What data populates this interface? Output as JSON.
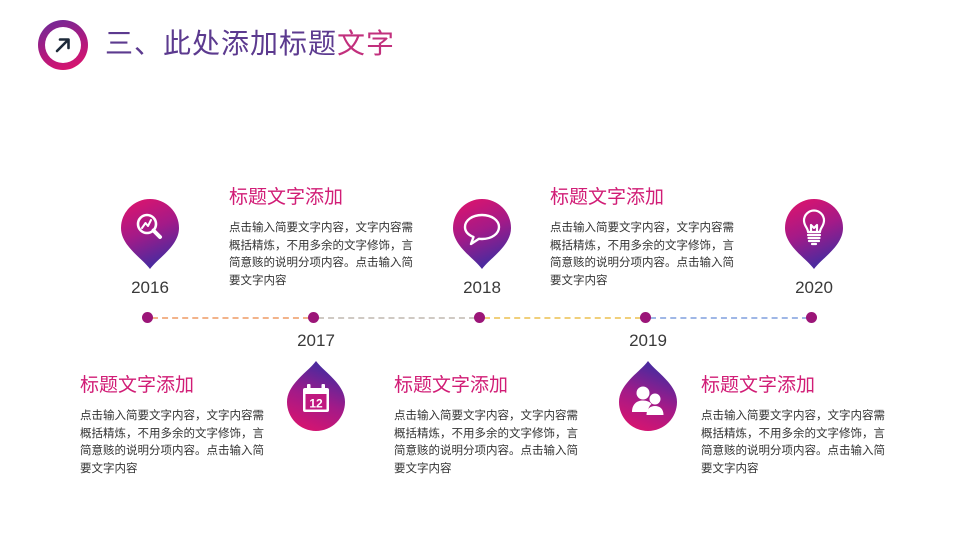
{
  "header": {
    "title_main": "三、此处添加标题",
    "title_accent": "文字",
    "logo_icon": "arrow-up-right-icon"
  },
  "colors": {
    "gradient_pink": "#e3136a",
    "gradient_purple": "#5a2a9a",
    "title_purple": "#5c3a8f",
    "card_title_pink": "#d11d76",
    "dot": "#9b1578",
    "dash_orange": "#f2b38a",
    "dash_yellow": "#f0cf7a",
    "dash_blue": "#9fb7e6",
    "dash_gray": "#c9c9c9"
  },
  "timeline": {
    "milestones": [
      {
        "year": "2016",
        "icon": "search-chart-icon",
        "position": "top"
      },
      {
        "year": "2017",
        "icon": "calendar-icon",
        "position": "bottom",
        "icon_label": "12"
      },
      {
        "year": "2018",
        "icon": "speech-bubble-icon",
        "position": "top"
      },
      {
        "year": "2019",
        "icon": "users-icon",
        "position": "bottom"
      },
      {
        "year": "2020",
        "icon": "lightbulb-icon",
        "position": "top"
      }
    ]
  },
  "cards": [
    {
      "title": "标题文字添加",
      "body": "点击输入简要文字内容，文字内容需概括精炼，不用多余的文字修饰，言简意赅的说明分项内容。点击输入简要文字内容"
    },
    {
      "title": "标题文字添加",
      "body": "点击输入简要文字内容，文字内容需概括精炼，不用多余的文字修饰，言简意赅的说明分项内容。点击输入简要文字内容"
    },
    {
      "title": "标题文字添加",
      "body": "点击输入简要文字内容，文字内容需概括精炼，不用多余的文字修饰，言简意赅的说明分项内容。点击输入简要文字内容"
    },
    {
      "title": "标题文字添加",
      "body": "点击输入简要文字内容，文字内容需概括精炼，不用多余的文字修饰，言简意赅的说明分项内容。点击输入简要文字内容"
    },
    {
      "title": "标题文字添加",
      "body": "点击输入简要文字内容，文字内容需概括精炼，不用多余的文字修饰，言简意赅的说明分项内容。点击输入简要文字内容"
    }
  ]
}
